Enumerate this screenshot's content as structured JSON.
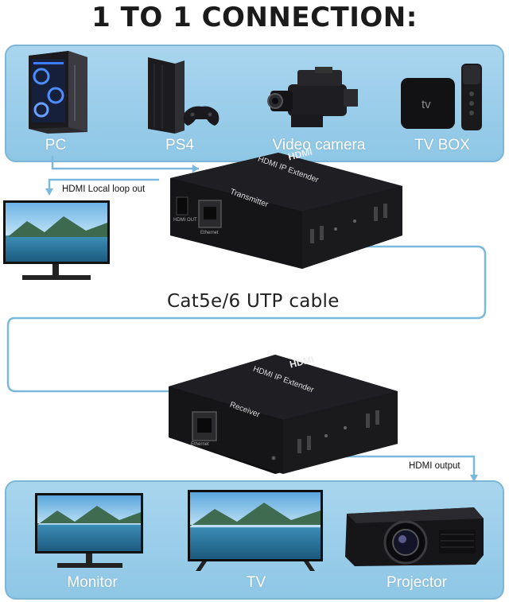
{
  "title": "1 TO 1 CONNECTION:",
  "sources": [
    {
      "label": "PC",
      "icon": "pc-tower-icon"
    },
    {
      "label": "PS4",
      "icon": "ps4-console-icon"
    },
    {
      "label": "Video camera",
      "icon": "video-camera-icon"
    },
    {
      "label": "TV BOX",
      "icon": "tv-box-icon"
    }
  ],
  "transmitter": {
    "brand": "HDMI",
    "model": "HDMI IP Extender",
    "role": "Transmitter",
    "port_hdmi_out": "HDMI OUT",
    "port_ethernet": "Ethernet"
  },
  "receiver": {
    "brand": "HDMI",
    "model": "HDMI IP Extender",
    "role": "Receiver",
    "port_ethernet": "Ethernet"
  },
  "local_loop_label": "HDMI Local loop out",
  "cable_label": "Cat5e/6 UTP cable",
  "output_label": "HDMI output",
  "outputs": [
    {
      "label": "Monitor",
      "icon": "monitor-icon"
    },
    {
      "label": "TV",
      "icon": "tv-icon"
    },
    {
      "label": "Projector",
      "icon": "projector-icon"
    }
  ],
  "colors": {
    "panel": "#9dcfea",
    "cable": "#7ab9dc",
    "device_body": "#1c1c1c"
  }
}
